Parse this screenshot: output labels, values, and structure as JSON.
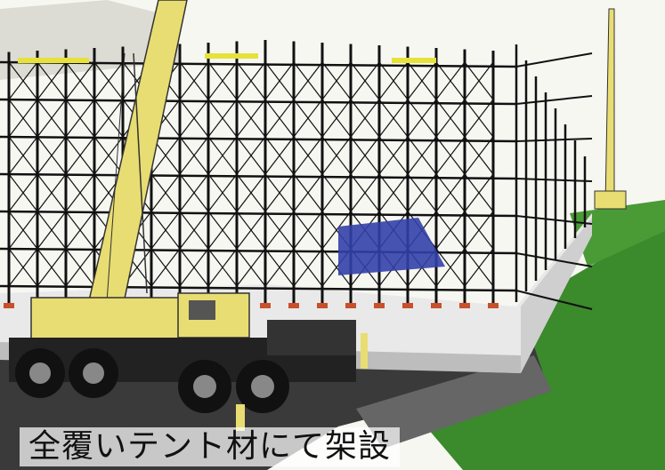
{
  "caption": "全覆いテント材にて架設",
  "colors": {
    "scaffold": "#111111",
    "crane": "#e8dd72",
    "deck": "#e9e9e9",
    "ground": "#3b8a2c",
    "tarp": "#3340a8",
    "base_plate": "#c8502a"
  },
  "icons": {
    "crane": "mobile-crane-illustration",
    "scaffold": "scaffold-frame-illustration"
  }
}
